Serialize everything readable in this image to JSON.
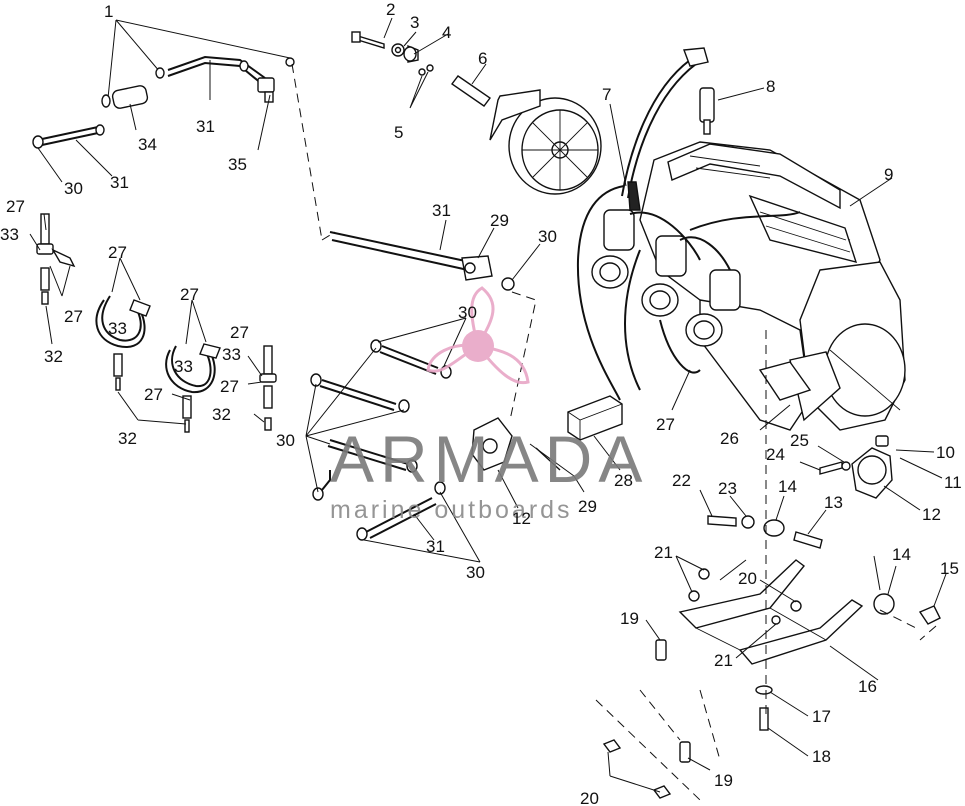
{
  "watermark": {
    "brand": "ARMADA",
    "tagline": "marine outboards",
    "accent_color": "#e8a6c6"
  },
  "callouts": [
    {
      "id": "c1",
      "label": "1"
    },
    {
      "id": "c2",
      "label": "2"
    },
    {
      "id": "c3",
      "label": "3"
    },
    {
      "id": "c4",
      "label": "4"
    },
    {
      "id": "c5",
      "label": "5"
    },
    {
      "id": "c6",
      "label": "6"
    },
    {
      "id": "c7",
      "label": "7"
    },
    {
      "id": "c8",
      "label": "8"
    },
    {
      "id": "c9",
      "label": "9"
    },
    {
      "id": "c10",
      "label": "10"
    },
    {
      "id": "c11",
      "label": "11"
    },
    {
      "id": "c12a",
      "label": "12"
    },
    {
      "id": "c12b",
      "label": "12"
    },
    {
      "id": "c13",
      "label": "13"
    },
    {
      "id": "c14a",
      "label": "14"
    },
    {
      "id": "c14b",
      "label": "14"
    },
    {
      "id": "c15",
      "label": "15"
    },
    {
      "id": "c16",
      "label": "16"
    },
    {
      "id": "c17",
      "label": "17"
    },
    {
      "id": "c18",
      "label": "18"
    },
    {
      "id": "c19a",
      "label": "19"
    },
    {
      "id": "c19b",
      "label": "19"
    },
    {
      "id": "c20a",
      "label": "20"
    },
    {
      "id": "c20b",
      "label": "20"
    },
    {
      "id": "c21a",
      "label": "21"
    },
    {
      "id": "c21b",
      "label": "21"
    },
    {
      "id": "c22",
      "label": "22"
    },
    {
      "id": "c23",
      "label": "23"
    },
    {
      "id": "c24",
      "label": "24"
    },
    {
      "id": "c25",
      "label": "25"
    },
    {
      "id": "c26",
      "label": "26"
    },
    {
      "id": "c27a",
      "label": "27"
    },
    {
      "id": "c27b",
      "label": "27"
    },
    {
      "id": "c27c",
      "label": "27"
    },
    {
      "id": "c27d",
      "label": "27"
    },
    {
      "id": "c27e",
      "label": "27"
    },
    {
      "id": "c27f",
      "label": "27"
    },
    {
      "id": "c27g",
      "label": "27"
    },
    {
      "id": "c27h",
      "label": "27"
    },
    {
      "id": "c28",
      "label": "28"
    },
    {
      "id": "c29a",
      "label": "29"
    },
    {
      "id": "c29b",
      "label": "29"
    },
    {
      "id": "c30a",
      "label": "30"
    },
    {
      "id": "c30b",
      "label": "30"
    },
    {
      "id": "c30c",
      "label": "30"
    },
    {
      "id": "c30d",
      "label": "30"
    },
    {
      "id": "c30e",
      "label": "30"
    },
    {
      "id": "c31a",
      "label": "31"
    },
    {
      "id": "c31b",
      "label": "31"
    },
    {
      "id": "c31c",
      "label": "31"
    },
    {
      "id": "c31d",
      "label": "31"
    },
    {
      "id": "c32a",
      "label": "32"
    },
    {
      "id": "c32b",
      "label": "32"
    },
    {
      "id": "c32c",
      "label": "32"
    },
    {
      "id": "c33a",
      "label": "33"
    },
    {
      "id": "c33b",
      "label": "33"
    },
    {
      "id": "c33c",
      "label": "33"
    },
    {
      "id": "c33d",
      "label": "33"
    },
    {
      "id": "c34",
      "label": "34"
    },
    {
      "id": "c35",
      "label": "35"
    }
  ]
}
